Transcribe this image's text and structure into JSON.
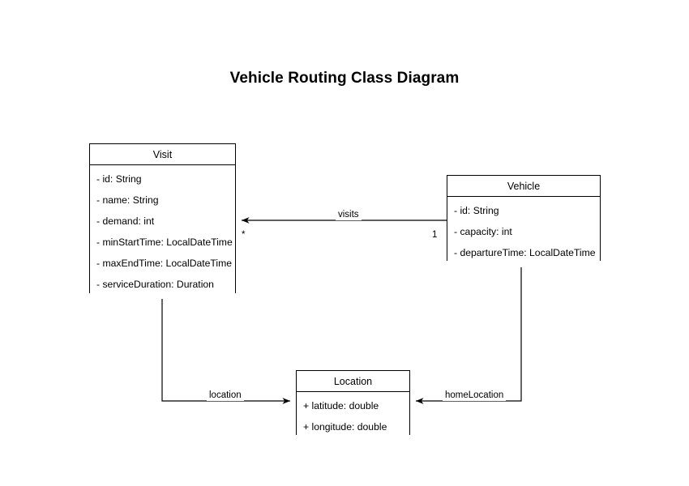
{
  "diagram": {
    "title": "Vehicle Routing Class Diagram",
    "type": "uml-class-diagram",
    "background_color": "#ffffff",
    "line_color": "#000000",
    "text_color": "#000000"
  },
  "classes": [
    {
      "name": "Visit",
      "attributes": [
        "- id: String",
        "- name: String",
        "- demand: int",
        "- minStartTime: LocalDateTime",
        "- maxEndTime: LocalDateTime",
        "- serviceDuration: Duration"
      ]
    },
    {
      "name": "Vehicle",
      "attributes": [
        "- id: String",
        "- capacity: int",
        "- departureTime: LocalDateTime"
      ]
    },
    {
      "name": "Location",
      "attributes": [
        "+ latitude: double",
        "+ longitude: double"
      ]
    }
  ],
  "relationships": [
    {
      "label": "visits",
      "from": "Vehicle",
      "to": "Visit",
      "source_multiplicity": "1",
      "target_multiplicity": "*"
    },
    {
      "label": "location",
      "from": "Visit",
      "to": "Location",
      "source_multiplicity": "",
      "target_multiplicity": ""
    },
    {
      "label": "homeLocation",
      "from": "Vehicle",
      "to": "Location",
      "source_multiplicity": "",
      "target_multiplicity": ""
    }
  ]
}
